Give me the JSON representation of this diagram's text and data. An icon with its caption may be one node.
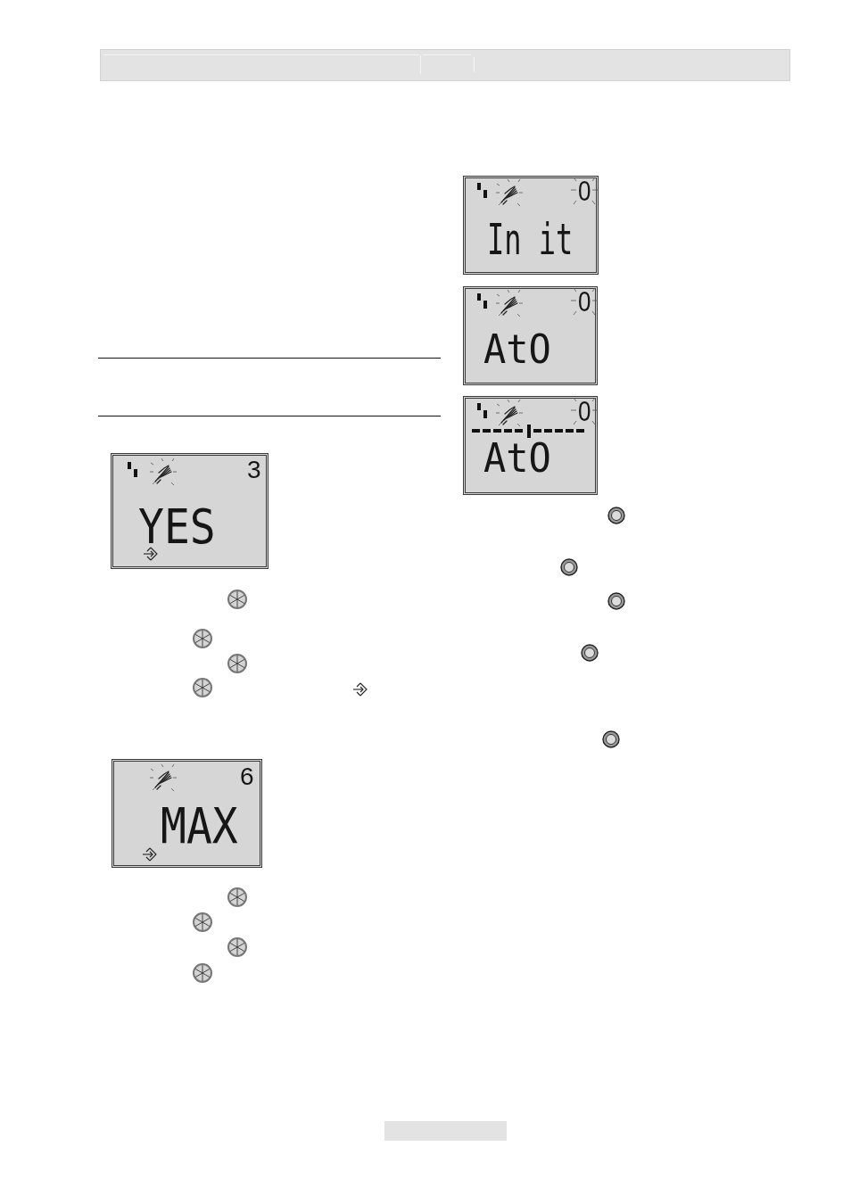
{
  "diagram": {
    "nodes": [
      {
        "text": [
          "3",
          "YES"
        ]
      },
      {
        "text": [
          "6",
          "MAX"
        ]
      },
      {
        "text": [
          "0",
          "In it"
        ]
      },
      {
        "text": [
          "0",
          "AtO"
        ]
      },
      {
        "text": [
          "0",
          "AtO"
        ]
      }
    ]
  }
}
